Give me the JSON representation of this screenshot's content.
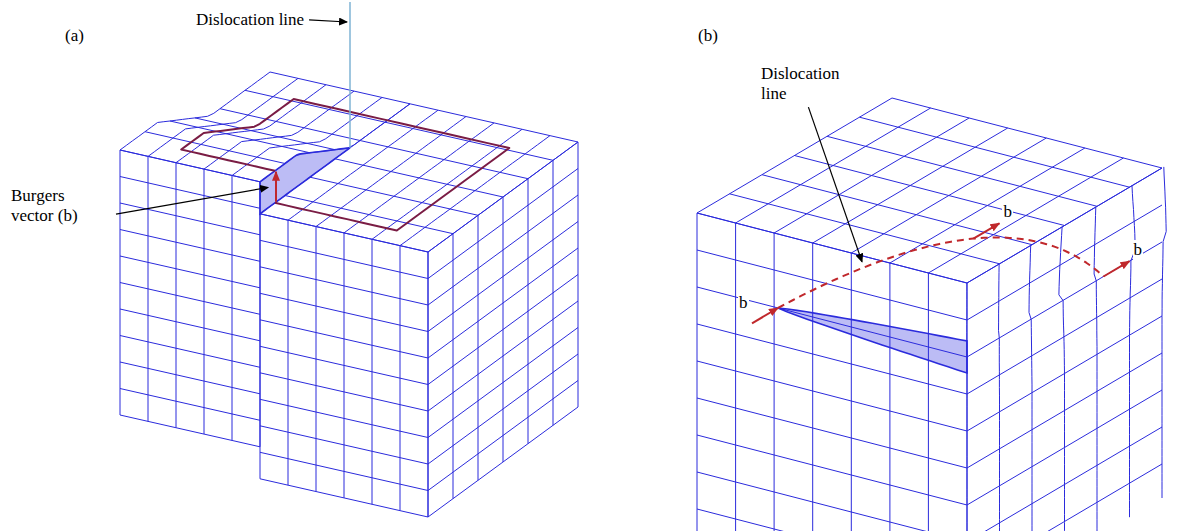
{
  "diagram": {
    "labels": [
      "(a)",
      "Dislocation line",
      "Burgers vector (b)",
      "(b)",
      "Dislocation line",
      "b",
      "b",
      "b"
    ]
  }
}
